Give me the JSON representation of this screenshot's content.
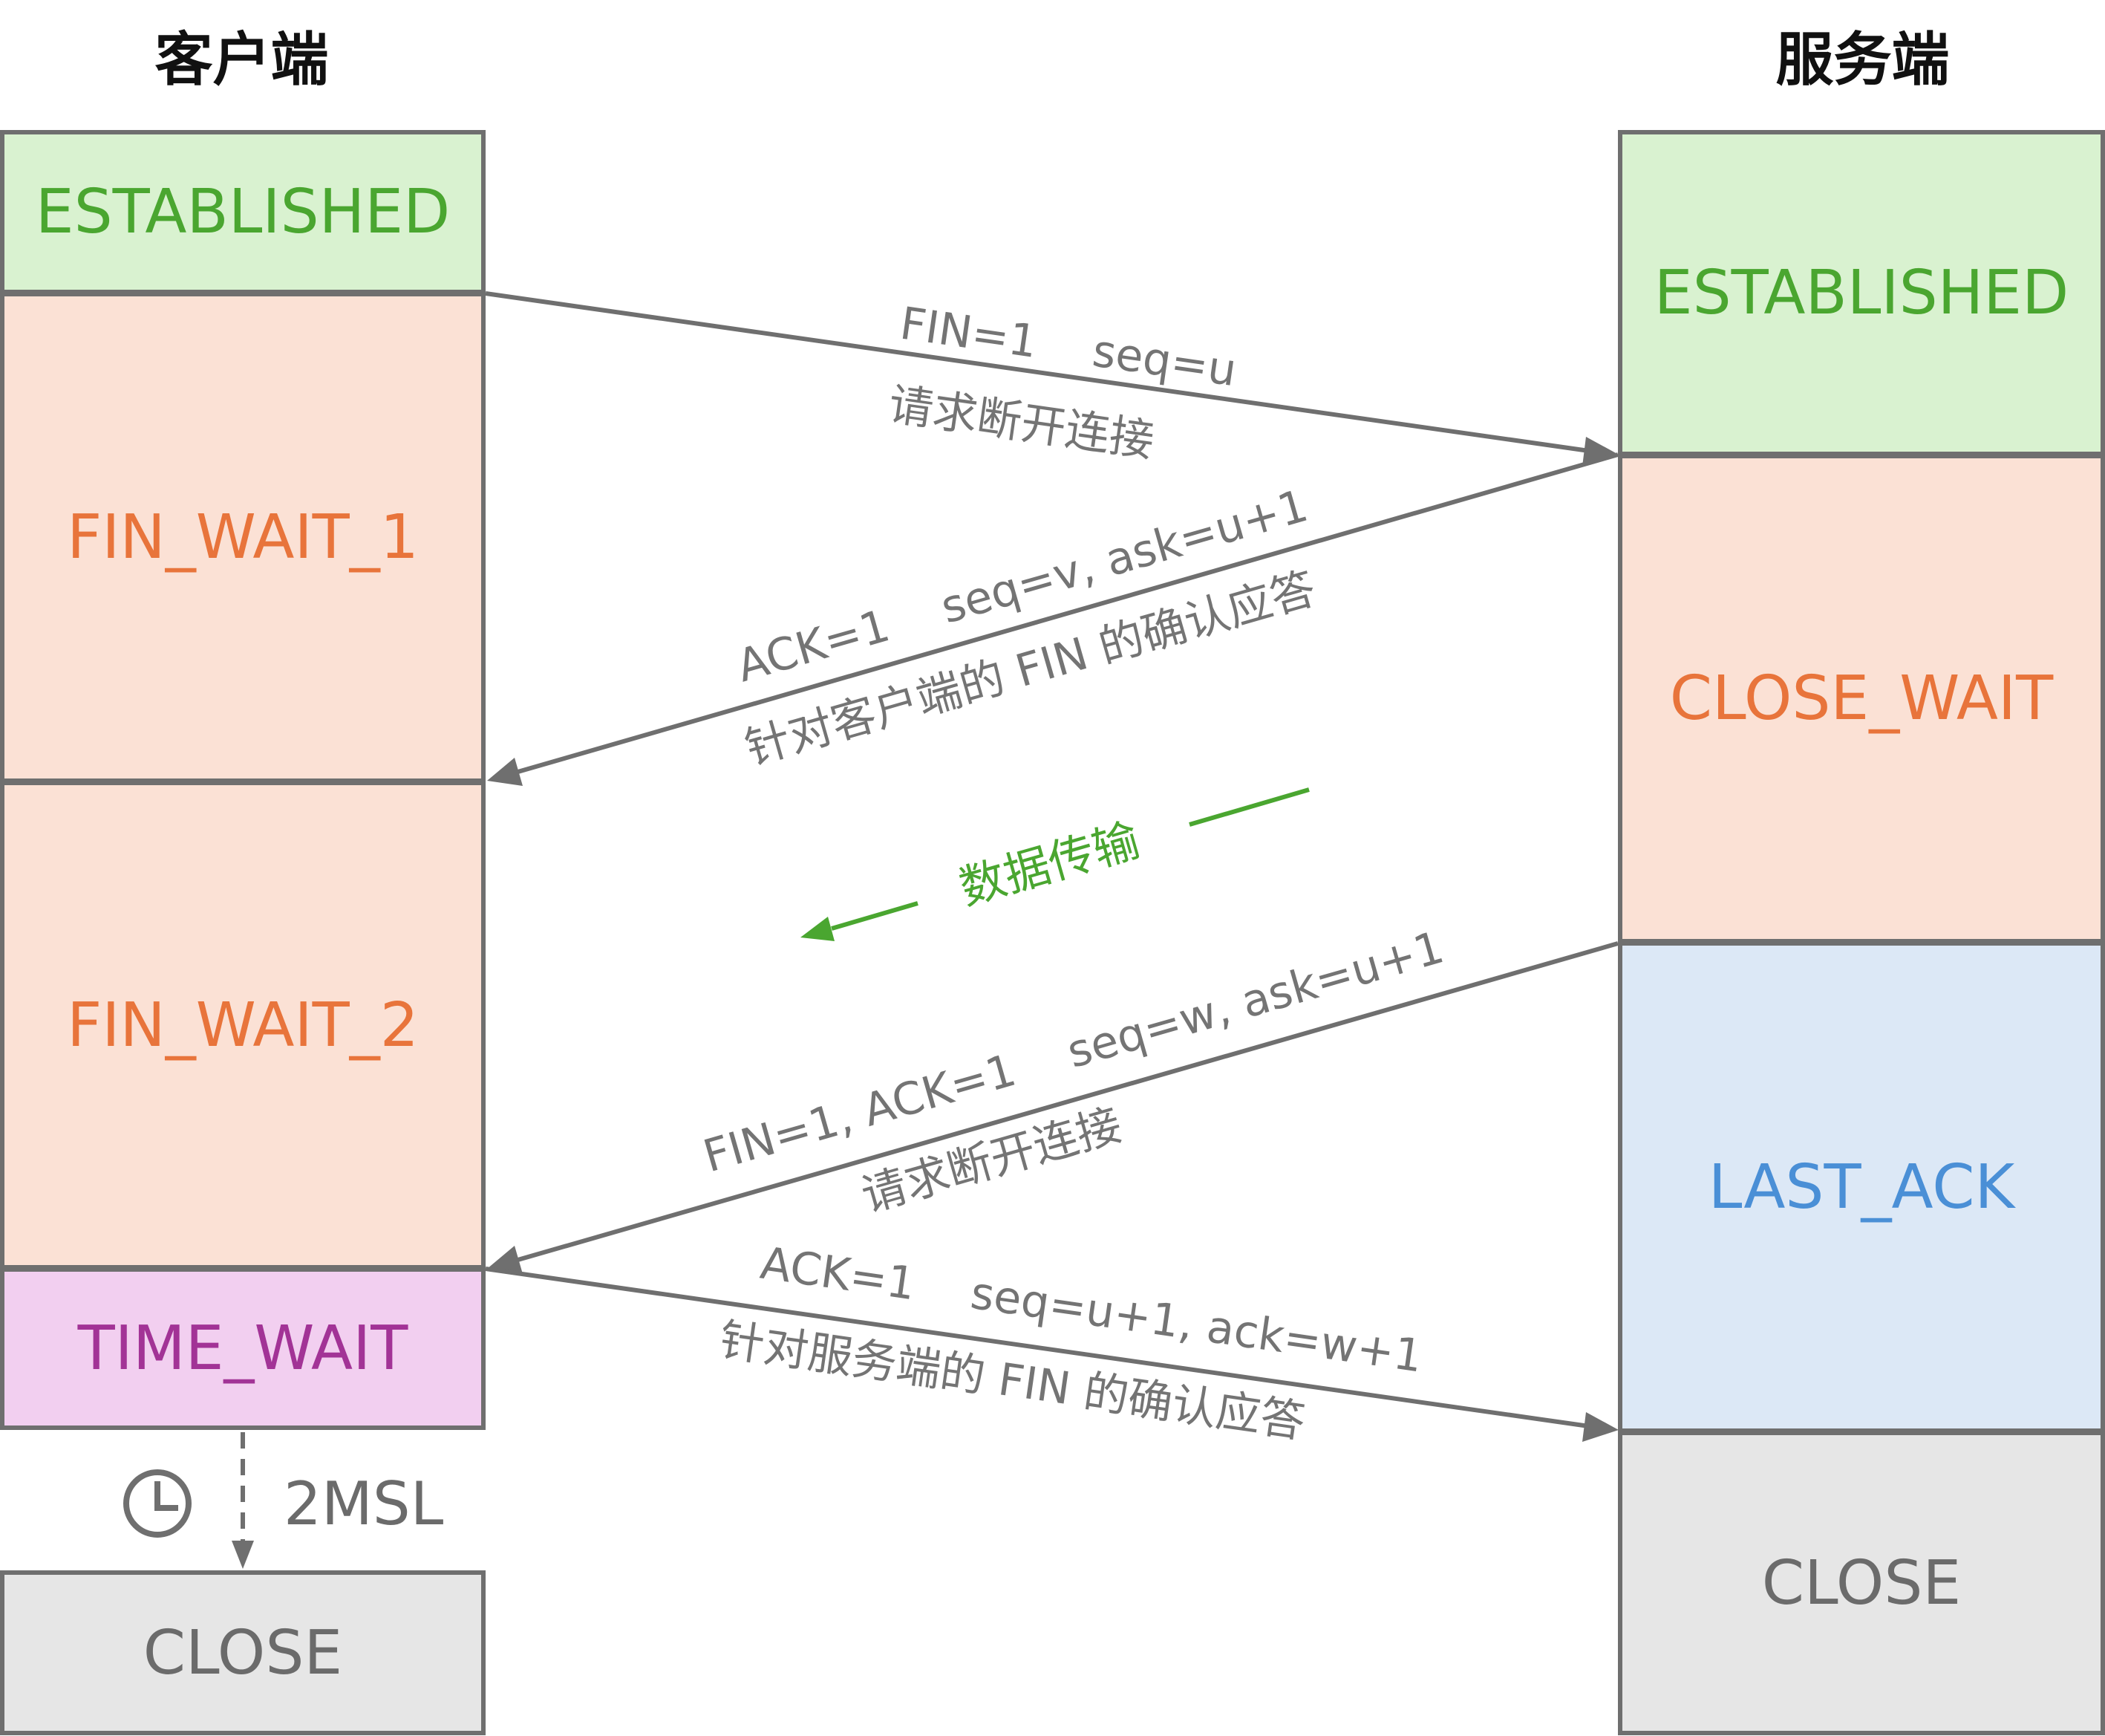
{
  "client": {
    "title": "客户端",
    "states": [
      "ESTABLISHED",
      "FIN_WAIT_1",
      "FIN_WAIT_2",
      "TIME_WAIT",
      "CLOSE"
    ]
  },
  "server": {
    "title": "服务端",
    "states": [
      "ESTABLISHED",
      "CLOSE_WAIT",
      "LAST_ACK",
      "CLOSE"
    ]
  },
  "messages": [
    {
      "line1": "FIN=1    seq=u",
      "line2": "请求断开连接"
    },
    {
      "line1": "ACK=1    seq=v, ask=u+1",
      "line2": "针对客户端的 FIN 的确认应答"
    },
    {
      "line1": "FIN=1, ACK=1    seq=w, ask=u+1",
      "line2": "请求断开连接"
    },
    {
      "line1": "ACK=1    seq=u+1, ack=w+1",
      "line2": "针对服务端的 FIN 的确认应答"
    }
  ],
  "data_transfer": "数据传输",
  "wait_duration": "2MSL",
  "icons": {
    "timer": "clock-icon"
  },
  "colors": {
    "arrow": "#6f6f6f",
    "data_arrow": "#4aa630",
    "established": "#4aa630",
    "waiting": "#e8743b",
    "last_ack": "#4a8fd6",
    "time_wait": "#a23396",
    "closed": "#6b6b6b"
  }
}
